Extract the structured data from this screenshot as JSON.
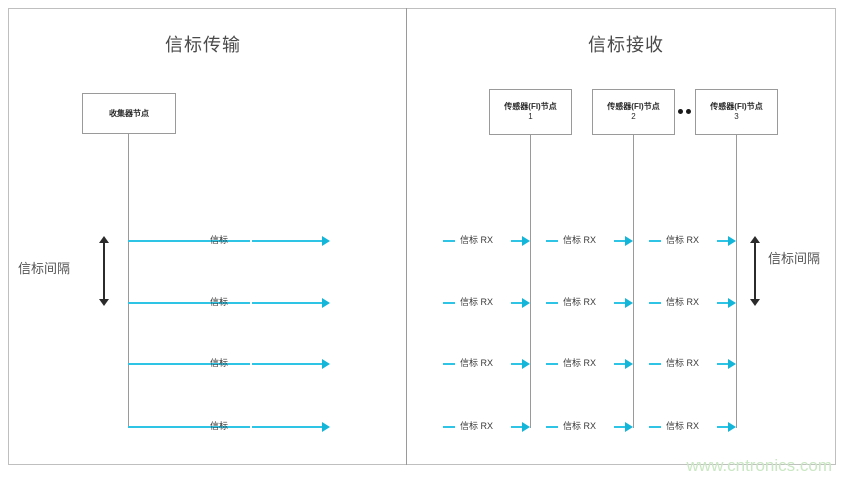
{
  "diagram": {
    "watermark": "www.cntronics.com",
    "accent_color": "#2ec4e6",
    "arrow_color": "#13b5d8",
    "line_color": "#9a9a9a",
    "watermark_color": "#c9e7c2"
  },
  "left_panel": {
    "title": "信标传输",
    "node": {
      "label": "收集器节点"
    },
    "interval_label": "信标间隔",
    "beacons": [
      {
        "label": "信标"
      },
      {
        "label": "信标"
      },
      {
        "label": "信标"
      },
      {
        "label": "信标"
      }
    ]
  },
  "right_panel": {
    "title": "信标接收",
    "interval_label": "信标间隔",
    "ellipsis": "••",
    "nodes": [
      {
        "label": "传感器(FI)节点",
        "index": "1"
      },
      {
        "label": "传感器(FI)节点",
        "index": "2"
      },
      {
        "label": "传感器(FI)节点",
        "index": "3"
      }
    ],
    "rx_rows": [
      [
        {
          "label": "信标 RX"
        },
        {
          "label": "信标 RX"
        },
        {
          "label": "信标 RX"
        }
      ],
      [
        {
          "label": "信标 RX"
        },
        {
          "label": "信标 RX"
        },
        {
          "label": "信标 RX"
        }
      ],
      [
        {
          "label": "信标 RX"
        },
        {
          "label": "信标 RX"
        },
        {
          "label": "信标 RX"
        }
      ],
      [
        {
          "label": "信标 RX"
        },
        {
          "label": "信标 RX"
        },
        {
          "label": "信标 RX"
        }
      ]
    ]
  }
}
